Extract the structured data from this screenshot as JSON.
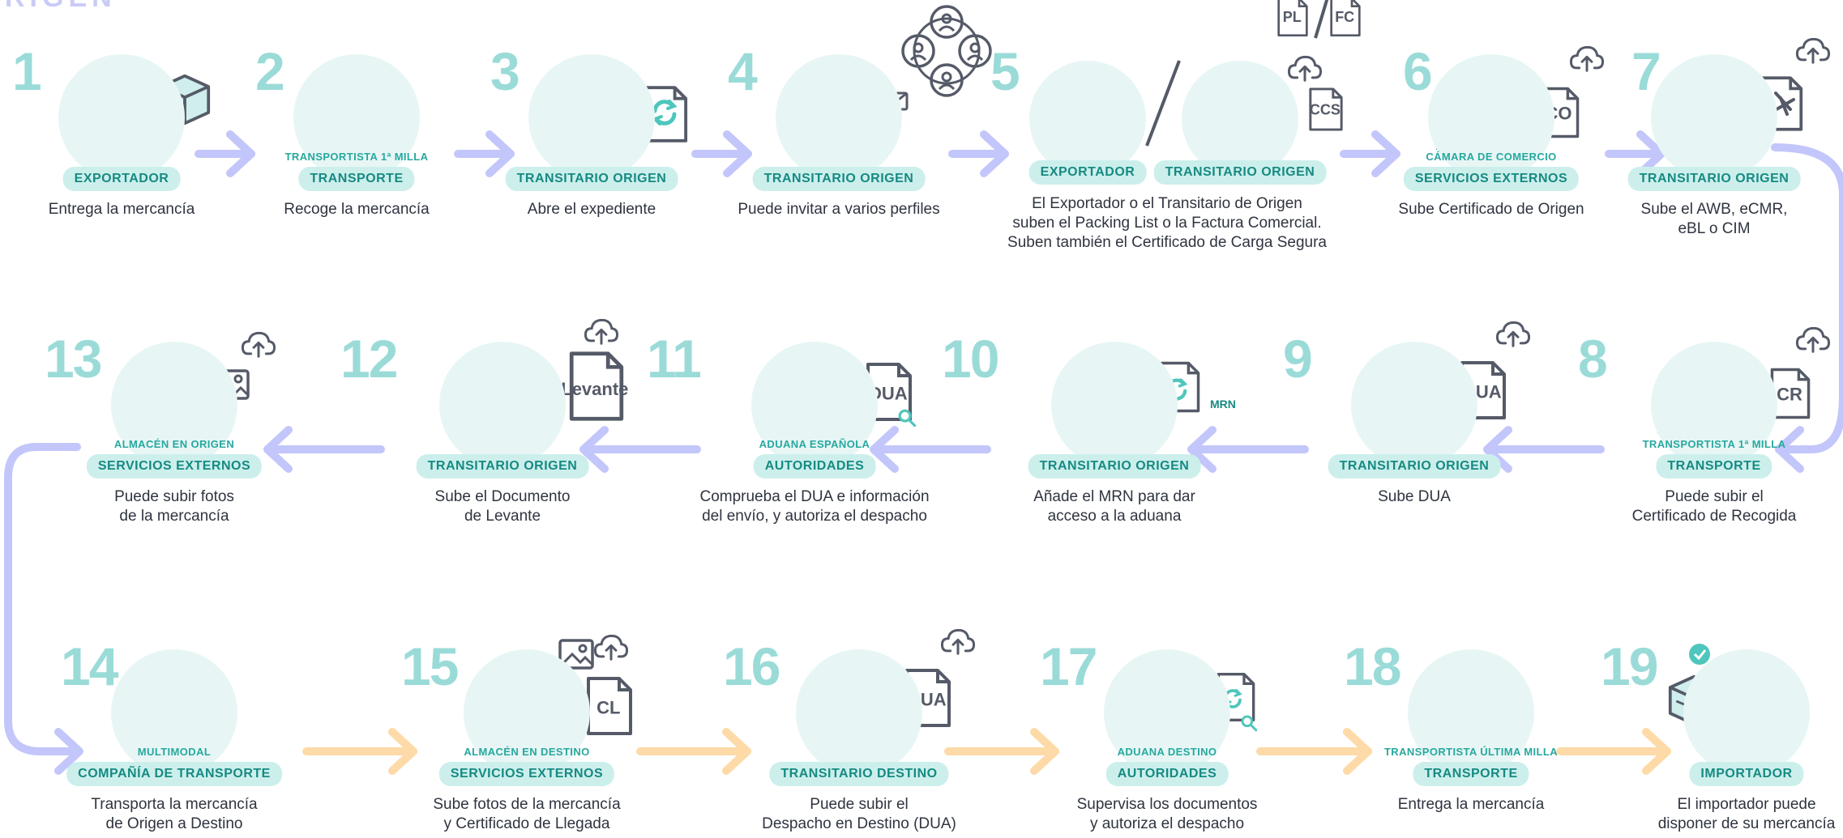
{
  "title_fragment": "RIGEN",
  "colors": {
    "number": "#9adbd8",
    "pill_bg": "#ccefec",
    "pill_text": "#168a82",
    "circle": "#e7f6f5",
    "arrow_purple": "#c3c6fa",
    "arrow_orange": "#fddaa7",
    "icon_stroke": "#555a68",
    "icon_teal": "#4fc6bd"
  },
  "steps": [
    {
      "number": "1",
      "sublabel": "",
      "role": "EXPORTADOR",
      "description": "Entrega la mercancía",
      "icon": "man-with-package-icon"
    },
    {
      "number": "2",
      "sublabel": "TRANSPORTISTA 1ª MILLA",
      "role": "TRANSPORTE",
      "description": "Recoge la mercancía",
      "icon": "truck-icon"
    },
    {
      "number": "3",
      "sublabel": "",
      "role": "TRANSITARIO ORIGEN",
      "description": "Abre el expediente",
      "icon": "woman-document-refresh-icon"
    },
    {
      "number": "4",
      "sublabel": "",
      "role": "TRANSITARIO ORIGEN",
      "description": "Puede invitar a varios perfiles",
      "icon": "woman-invite-network-icon"
    },
    {
      "number": "5",
      "sublabel": "",
      "role": "EXPORTADOR",
      "role2": "TRANSITARIO ORIGEN",
      "description": "El Exportador o el Transitario de Origen\nsuben el Packing List o la Factura Comercial.\nSuben también el Certificado de Carga Segura",
      "icon": "exporter-forwarder-documents-icon",
      "docs": [
        "PL",
        "FC",
        "CCS"
      ]
    },
    {
      "number": "6",
      "sublabel": "CÁMARA DE COMERCIO",
      "role": "SERVICIOS EXTERNOS",
      "description": "Sube Certificado de Origen",
      "icon": "bank-certificate-icon",
      "doc": "CO"
    },
    {
      "number": "7",
      "sublabel": "",
      "role": "TRANSITARIO ORIGEN",
      "description": "Sube el AWB, eCMR,\neBL o CIM",
      "icon": "woman-plane-document-icon"
    },
    {
      "number": "8",
      "sublabel": "TRANSPORTISTA 1ª MILLA",
      "role": "TRANSPORTE",
      "description": "Puede subir el\nCertificado de Recogida",
      "icon": "truck-document-icon",
      "doc": "CR"
    },
    {
      "number": "9",
      "sublabel": "",
      "role": "TRANSITARIO ORIGEN",
      "description": "Sube DUA",
      "icon": "woman-dua-icon",
      "doc": "DUA"
    },
    {
      "number": "10",
      "sublabel": "",
      "role": "TRANSITARIO ORIGEN",
      "description": "Añade el MRN para dar\nacceso a la aduana",
      "icon": "woman-mrn-icon",
      "doc": "MRN"
    },
    {
      "number": "11",
      "sublabel": "ADUANA ESPAÑOLA",
      "role": "AUTORIDADES",
      "description": "Comprueba el DUA e información\ndel envío, y autoriza el despacho",
      "icon": "customs-officer-dua-icon",
      "doc": "DUA"
    },
    {
      "number": "12",
      "sublabel": "",
      "role": "TRANSITARIO ORIGEN",
      "description": "Sube el Documento\nde Levante",
      "icon": "woman-levante-icon",
      "doc": "Levante"
    },
    {
      "number": "13",
      "sublabel": "ALMACÉN EN ORIGEN",
      "role": "SERVICIOS EXTERNOS",
      "description": "Puede subir fotos\nde la mercancía",
      "icon": "warehouse-photo-icon"
    },
    {
      "number": "14",
      "sublabel": "MULTIMODAL",
      "role": "COMPAÑÍA DE TRANSPORTE",
      "description": "Transporta la mercancía\nde Origen a Destino",
      "icon": "multimodal-icon"
    },
    {
      "number": "15",
      "sublabel": "ALMACÉN EN DESTINO",
      "role": "SERVICIOS EXTERNOS",
      "description": "Sube fotos de la mercancía\ny Certificado de Llegada",
      "icon": "warehouse-photo-cl-icon",
      "doc": "CL"
    },
    {
      "number": "16",
      "sublabel": "",
      "role": "TRANSITARIO DESTINO",
      "description": "Puede subir el\nDespacho en Destino (DUA)",
      "icon": "woman-dua-destino-icon",
      "doc": "DUA"
    },
    {
      "number": "17",
      "sublabel": "ADUANA DESTINO",
      "role": "AUTORIDADES",
      "description": "Supervisa los documentos\ny autoriza el despacho",
      "icon": "customs-officer-review-icon"
    },
    {
      "number": "18",
      "sublabel": "TRANSPORTISTA ÚLTIMA MILLA",
      "role": "TRANSPORTE",
      "description": "Entrega la mercancía",
      "icon": "truck-delivery-icon"
    },
    {
      "number": "19",
      "sublabel": "",
      "role": "IMPORTADOR",
      "description": "El importador puede\ndisponer de su mercancía",
      "icon": "man-receiving-package-icon"
    }
  ]
}
